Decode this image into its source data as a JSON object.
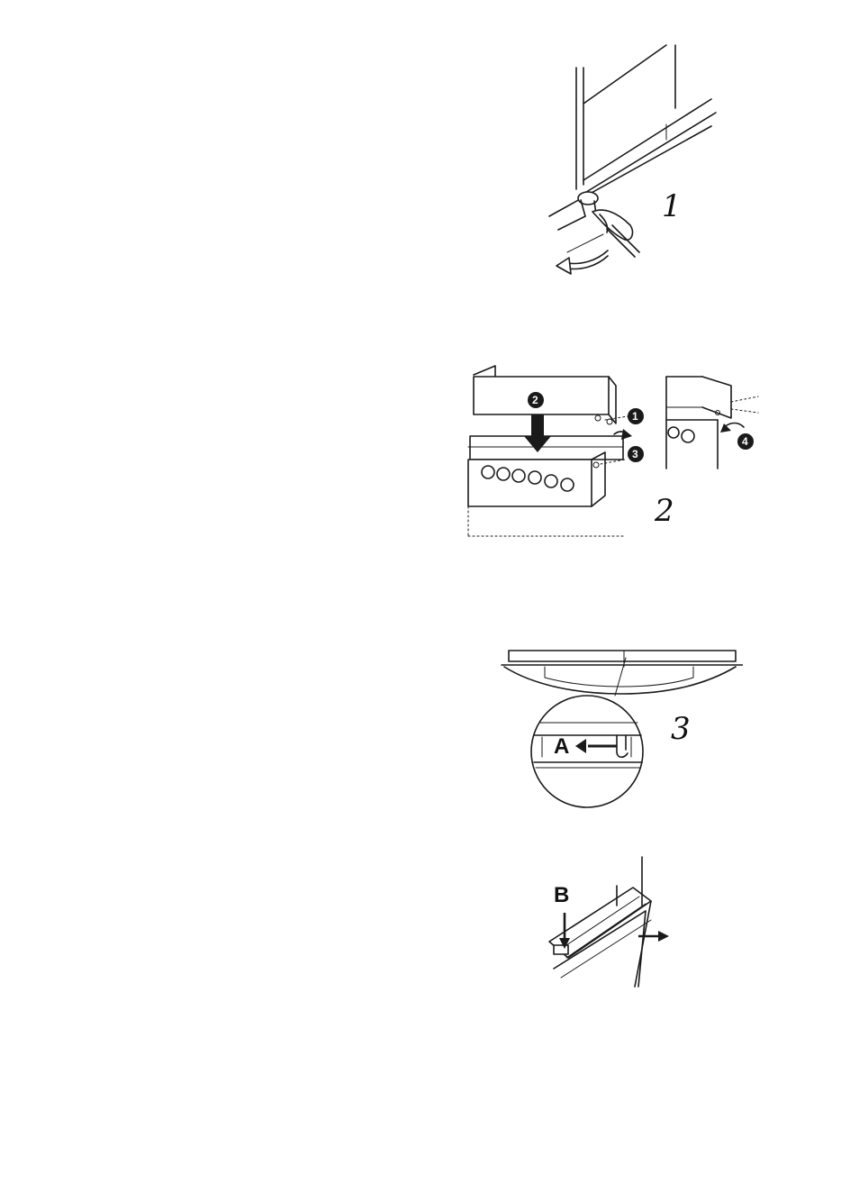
{
  "figures": [
    {
      "step_label": "1"
    },
    {
      "step_label": "2",
      "callouts": [
        "1",
        "2",
        "3",
        "4"
      ]
    },
    {
      "step_label": "3",
      "detail_label": "A"
    },
    {
      "detail_label": "B"
    }
  ],
  "colors": {
    "ink": "#1a1a1a",
    "paper": "#ffffff"
  }
}
